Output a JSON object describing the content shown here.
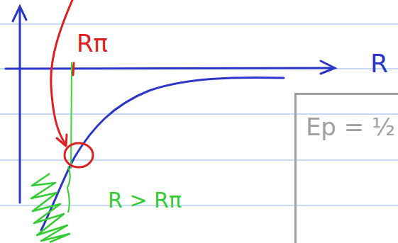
{
  "diagram": {
    "nodes": [
      {
        "text": [
          "Ep = ½"
        ]
      }
    ],
    "labels": [
      "Rπ",
      "R",
      "R > Rπ"
    ]
  }
}
